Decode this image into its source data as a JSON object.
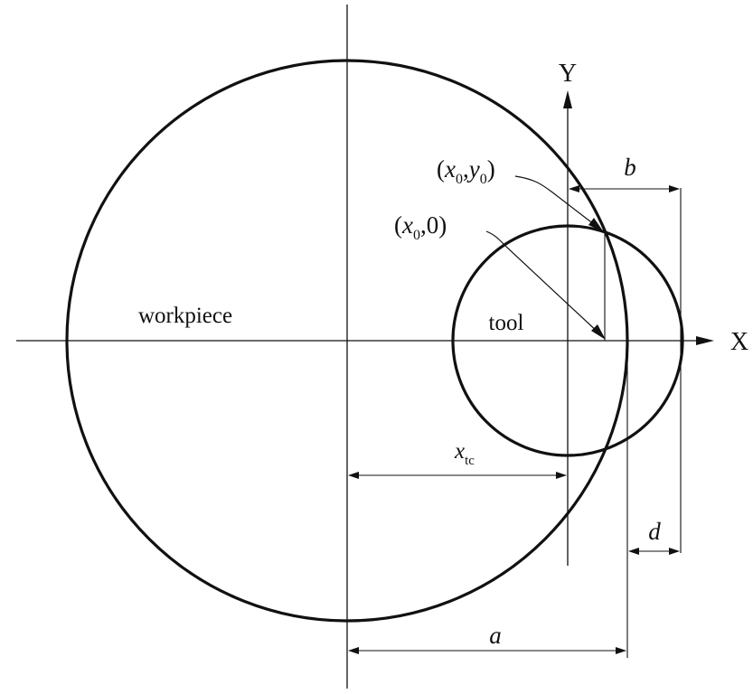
{
  "labels": {
    "workpiece": "workpiece",
    "tool": "tool",
    "axis_x": "X",
    "axis_y": "Y",
    "point_intersection": {
      "open": "(",
      "x": "x",
      "x_sub": "0",
      "comma": ",",
      "y": "y",
      "y_sub": "0",
      "close": ")"
    },
    "point_axis": {
      "open": "(",
      "x": "x",
      "x_sub": "0",
      "rest": ",0)"
    },
    "dim_b": "b",
    "dim_d": "d",
    "dim_a": "a",
    "dim_xtc": {
      "x": "x",
      "sub": "tc"
    }
  },
  "colors": {
    "stroke": "#111111",
    "background": "#ffffff"
  }
}
